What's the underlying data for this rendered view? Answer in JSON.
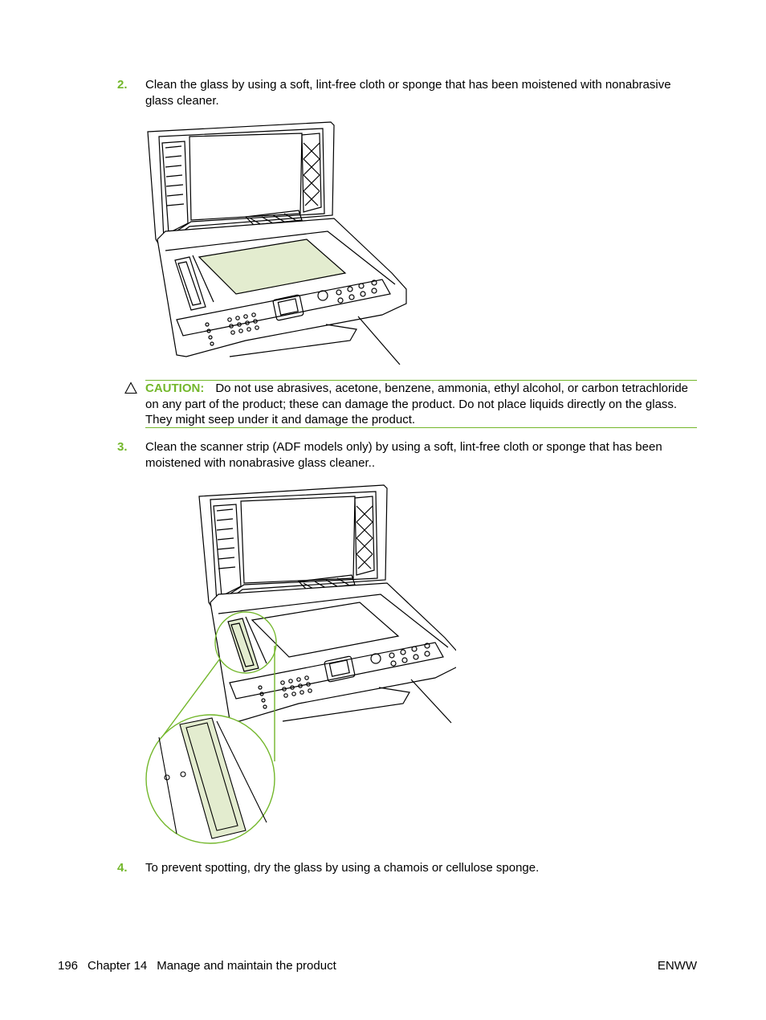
{
  "steps": [
    {
      "number": "2.",
      "text": "Clean the glass by using a soft, lint-free cloth or sponge that has been moistened with nonabrasive glass cleaner."
    },
    {
      "number": "3.",
      "text": "Clean the scanner strip (ADF models only) by using a soft, lint-free cloth or sponge that has been moistened with nonabrasive glass cleaner.."
    },
    {
      "number": "4.",
      "text": "To prevent spotting, dry the glass by using a chamois or cellulose sponge."
    }
  ],
  "caution": {
    "label": "CAUTION:",
    "text": "Do not use abrasives, acetone, benzene, ammonia, ethyl alcohol, or carbon tetrachloride on any part of the product; these can damage the product. Do not place liquids directly on the glass. They might seep under it and damage the product.",
    "icon": "caution-triangle-icon"
  },
  "footer": {
    "page_number": "196",
    "chapter": "Chapter 14",
    "chapter_title": "Manage and maintain the product",
    "right_label": "ENWW"
  },
  "colors": {
    "accent": "#73b72b",
    "highlight_fill": "#e3eccf"
  }
}
